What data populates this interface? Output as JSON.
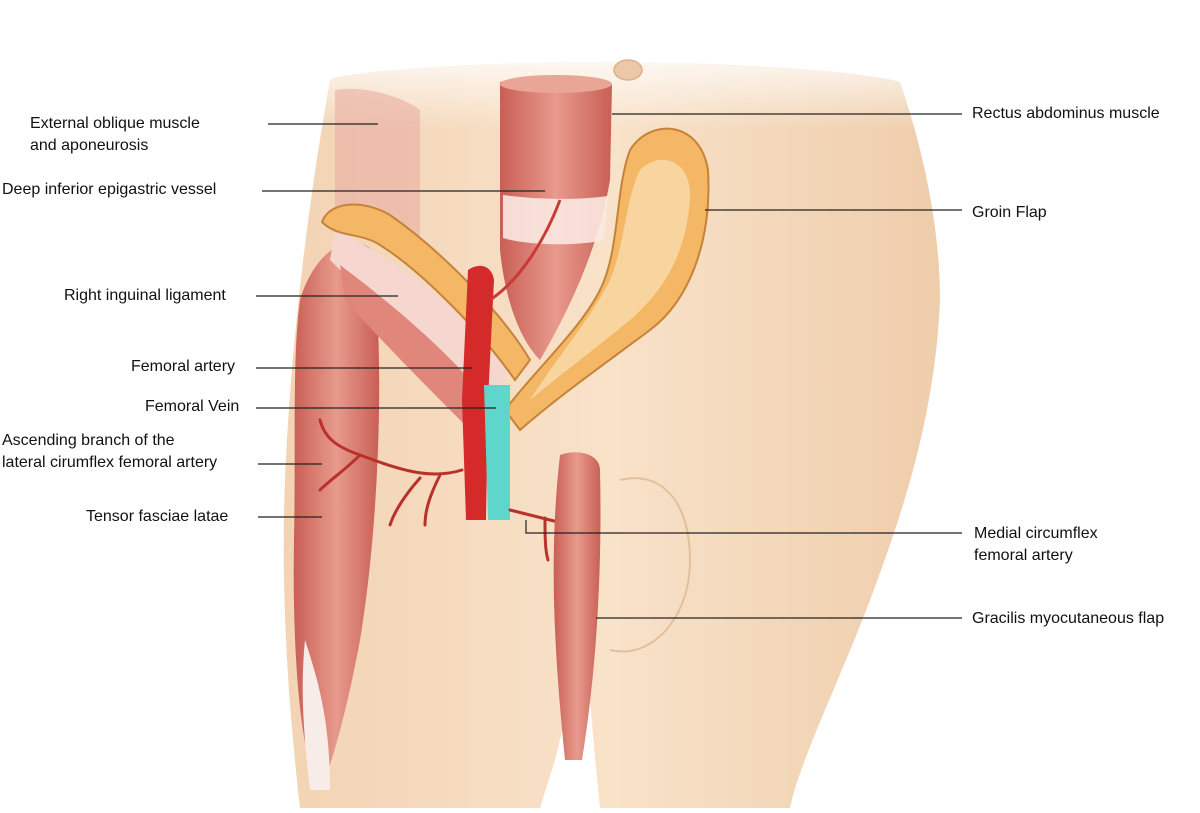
{
  "labels": {
    "external_oblique": [
      "External oblique muscle",
      "and aponeurosis"
    ],
    "deep_inferior_epigastric": [
      "Deep inferior epigastric vessel"
    ],
    "right_inguinal_ligament": [
      "Right inguinal ligament"
    ],
    "femoral_artery": [
      "Femoral artery"
    ],
    "femoral_vein": [
      "Femoral Vein"
    ],
    "ascending_branch": [
      "Ascending branch of the",
      "lateral cirumflex femoral artery"
    ],
    "tensor_fasciae_latae": [
      "Tensor fasciae latae"
    ],
    "rectus_abdominus": [
      "Rectus abdominus muscle"
    ],
    "groin_flap": [
      "Groin Flap"
    ],
    "medial_circumflex": [
      "Medial circumflex",
      "femoral artery"
    ],
    "gracilis": [
      "Gracilis myocutaneous flap"
    ]
  },
  "colors": {
    "skin": "#f6dcc0",
    "skin_shadow": "#e9c4a2",
    "muscle": "#d8776c",
    "muscle_light": "#efb3a6",
    "artery": "#d42a2a",
    "vein": "#5fd6cc",
    "fat": "#f4b765",
    "fat_dark": "#c7823a",
    "leader": "#222222"
  }
}
